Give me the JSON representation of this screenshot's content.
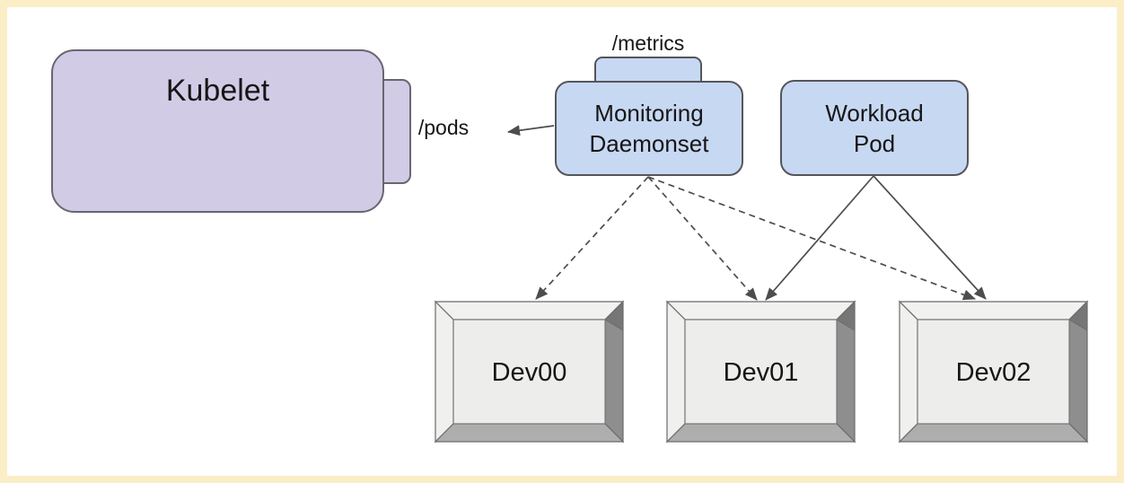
{
  "diagram": {
    "nodes": {
      "kubelet": {
        "label": "Kubelet"
      },
      "monitoring_daemonset": {
        "line1": "Monitoring",
        "line2": "Daemonset"
      },
      "workload_pod": {
        "line1": "Workload",
        "line2": "Pod"
      },
      "devices": [
        {
          "label": "Dev00"
        },
        {
          "label": "Dev01"
        },
        {
          "label": "Dev02"
        }
      ]
    },
    "endpoints": {
      "metrics": "/metrics",
      "pods": "/pods"
    },
    "edges": [
      {
        "from": "monitoring_daemonset",
        "to": "kubelet",
        "label": "/pods",
        "style": "solid-arrow"
      },
      {
        "from": "monitoring_daemonset",
        "to": "Dev00",
        "style": "dashed-arrow"
      },
      {
        "from": "monitoring_daemonset",
        "to": "Dev01",
        "style": "dashed-arrow"
      },
      {
        "from": "monitoring_daemonset",
        "to": "Dev02",
        "style": "dashed-arrow"
      },
      {
        "from": "workload_pod",
        "to": "Dev01",
        "style": "solid-arrow"
      },
      {
        "from": "workload_pod",
        "to": "Dev02",
        "style": "solid-arrow"
      }
    ],
    "colors": {
      "frame_border": "#fbeec6",
      "canvas_background": "#ffffff",
      "kubelet_fill": "#d2cbe6",
      "kubelet_border": "#6a6570",
      "pod_fill": "#c7d8f2",
      "pod_border": "#55555a",
      "arrow": "#4d4d4d",
      "device_face": "#ededec",
      "device_bevel_top": "#f1f1f0",
      "device_bevel_left": "#f0f0ef",
      "device_bevel_right": "#8e8e8e",
      "device_bevel_bottom": "#aeaeae",
      "text": "#161616"
    }
  }
}
